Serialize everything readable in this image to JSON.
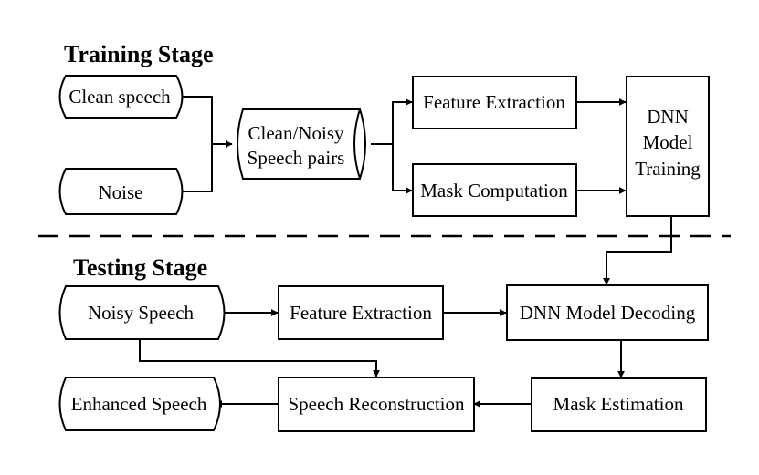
{
  "sections": {
    "training_title": "Training Stage",
    "testing_title": "Testing Stage"
  },
  "nodes": {
    "clean_speech": "Clean speech",
    "noise": "Noise",
    "clean_noisy_pairs": [
      "Clean/Noisy",
      "Speech pairs"
    ],
    "feature_extraction_train": "Feature Extraction",
    "mask_computation": "Mask Computation",
    "dnn_training": [
      "DNN",
      "Model",
      "Training"
    ],
    "noisy_speech": "Noisy Speech",
    "feature_extraction_test": "Feature Extraction",
    "dnn_decoding": "DNN Model Decoding",
    "mask_estimation": "Mask Estimation",
    "speech_reconstruction": "Speech Reconstruction",
    "enhanced_speech": "Enhanced Speech"
  },
  "colors": {
    "stroke": "#000000",
    "background": "#ffffff"
  }
}
